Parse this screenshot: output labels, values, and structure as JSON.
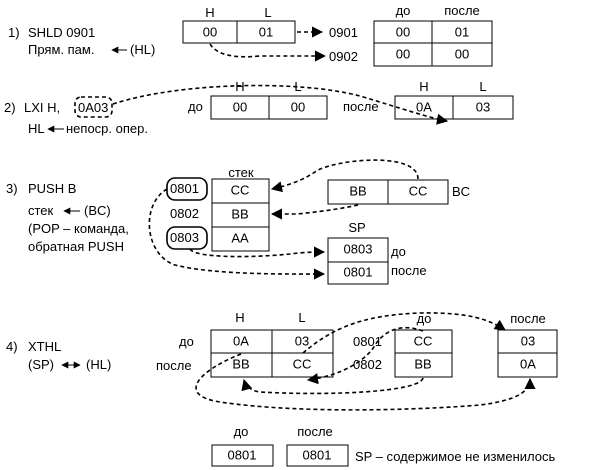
{
  "s1": {
    "num": "1)",
    "cmd": "SHLD 0901",
    "desc": "Прям. пам.",
    "desc_reg": "(HL)",
    "h": "H",
    "l": "L",
    "hv": "00",
    "lv": "01",
    "before": "до",
    "after": "после",
    "a1": "0901",
    "a2": "0902",
    "d1": "00",
    "d2": "00",
    "p1": "01",
    "p2": "00"
  },
  "s2": {
    "num": "2)",
    "cmd": "LXI H,",
    "operand": "0A03",
    "desc_reg": "HL",
    "desc": "непоср. опер.",
    "before": "до",
    "after": "после",
    "h": "H",
    "l": "L",
    "b_h": "00",
    "b_l": "00",
    "a_h": "0A",
    "a_l": "03"
  },
  "s3": {
    "num": "3)",
    "cmd": "PUSH B",
    "line2a": "стек",
    "line2b": "(BC)",
    "line3": "(POP – команда,",
    "line4": "обратная PUSH",
    "stack_title": "стек",
    "addr1": "0801",
    "addr2": "0802",
    "addr3": "0803",
    "v1": "CC",
    "v2": "BB",
    "v3": "AA",
    "bc_b": "BB",
    "bc_c": "CC",
    "bc_label": "BC",
    "sp_title": "SP",
    "sp_before": "0803",
    "sp_after": "0801",
    "before": "до",
    "after": "после"
  },
  "s4": {
    "num": "4)",
    "cmd": "XTHL",
    "line2a": "(SP)",
    "line2b": "(HL)",
    "h": "H",
    "l": "L",
    "before": "до",
    "after": "после",
    "b_h": "0A",
    "b_l": "03",
    "a_h": "BB",
    "a_l": "CC",
    "addr1": "0801",
    "addr2": "0802",
    "m_before_title": "до",
    "m_before1": "CC",
    "m_before2": "BB",
    "m_after_title": "после",
    "m_after1": "03",
    "m_after2": "0A",
    "sp_before_title": "до",
    "sp_after_title": "после",
    "sp_before": "0801",
    "sp_after": "0801",
    "note": "SP – содержимое не изменилось"
  }
}
